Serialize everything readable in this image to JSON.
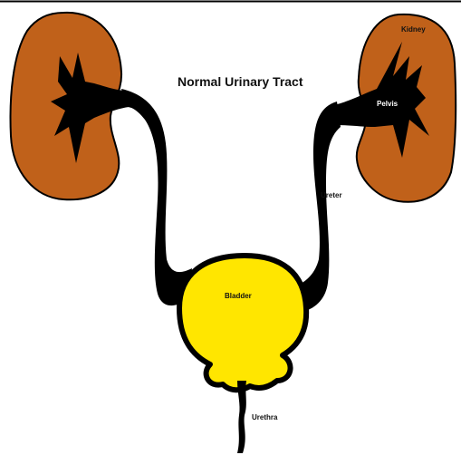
{
  "title": "Normal Urinary Tract",
  "labels": {
    "kidney": "Kidney",
    "pelvis": "Pelvis",
    "ureter": "Ureter",
    "bladder": "Bladder",
    "urethra": "Urethra"
  },
  "colors": {
    "kidney": "#C0611A",
    "bladder": "#FFE600",
    "tract": "#000000",
    "label_dark": "#111111",
    "label_light": "#ffffff"
  }
}
